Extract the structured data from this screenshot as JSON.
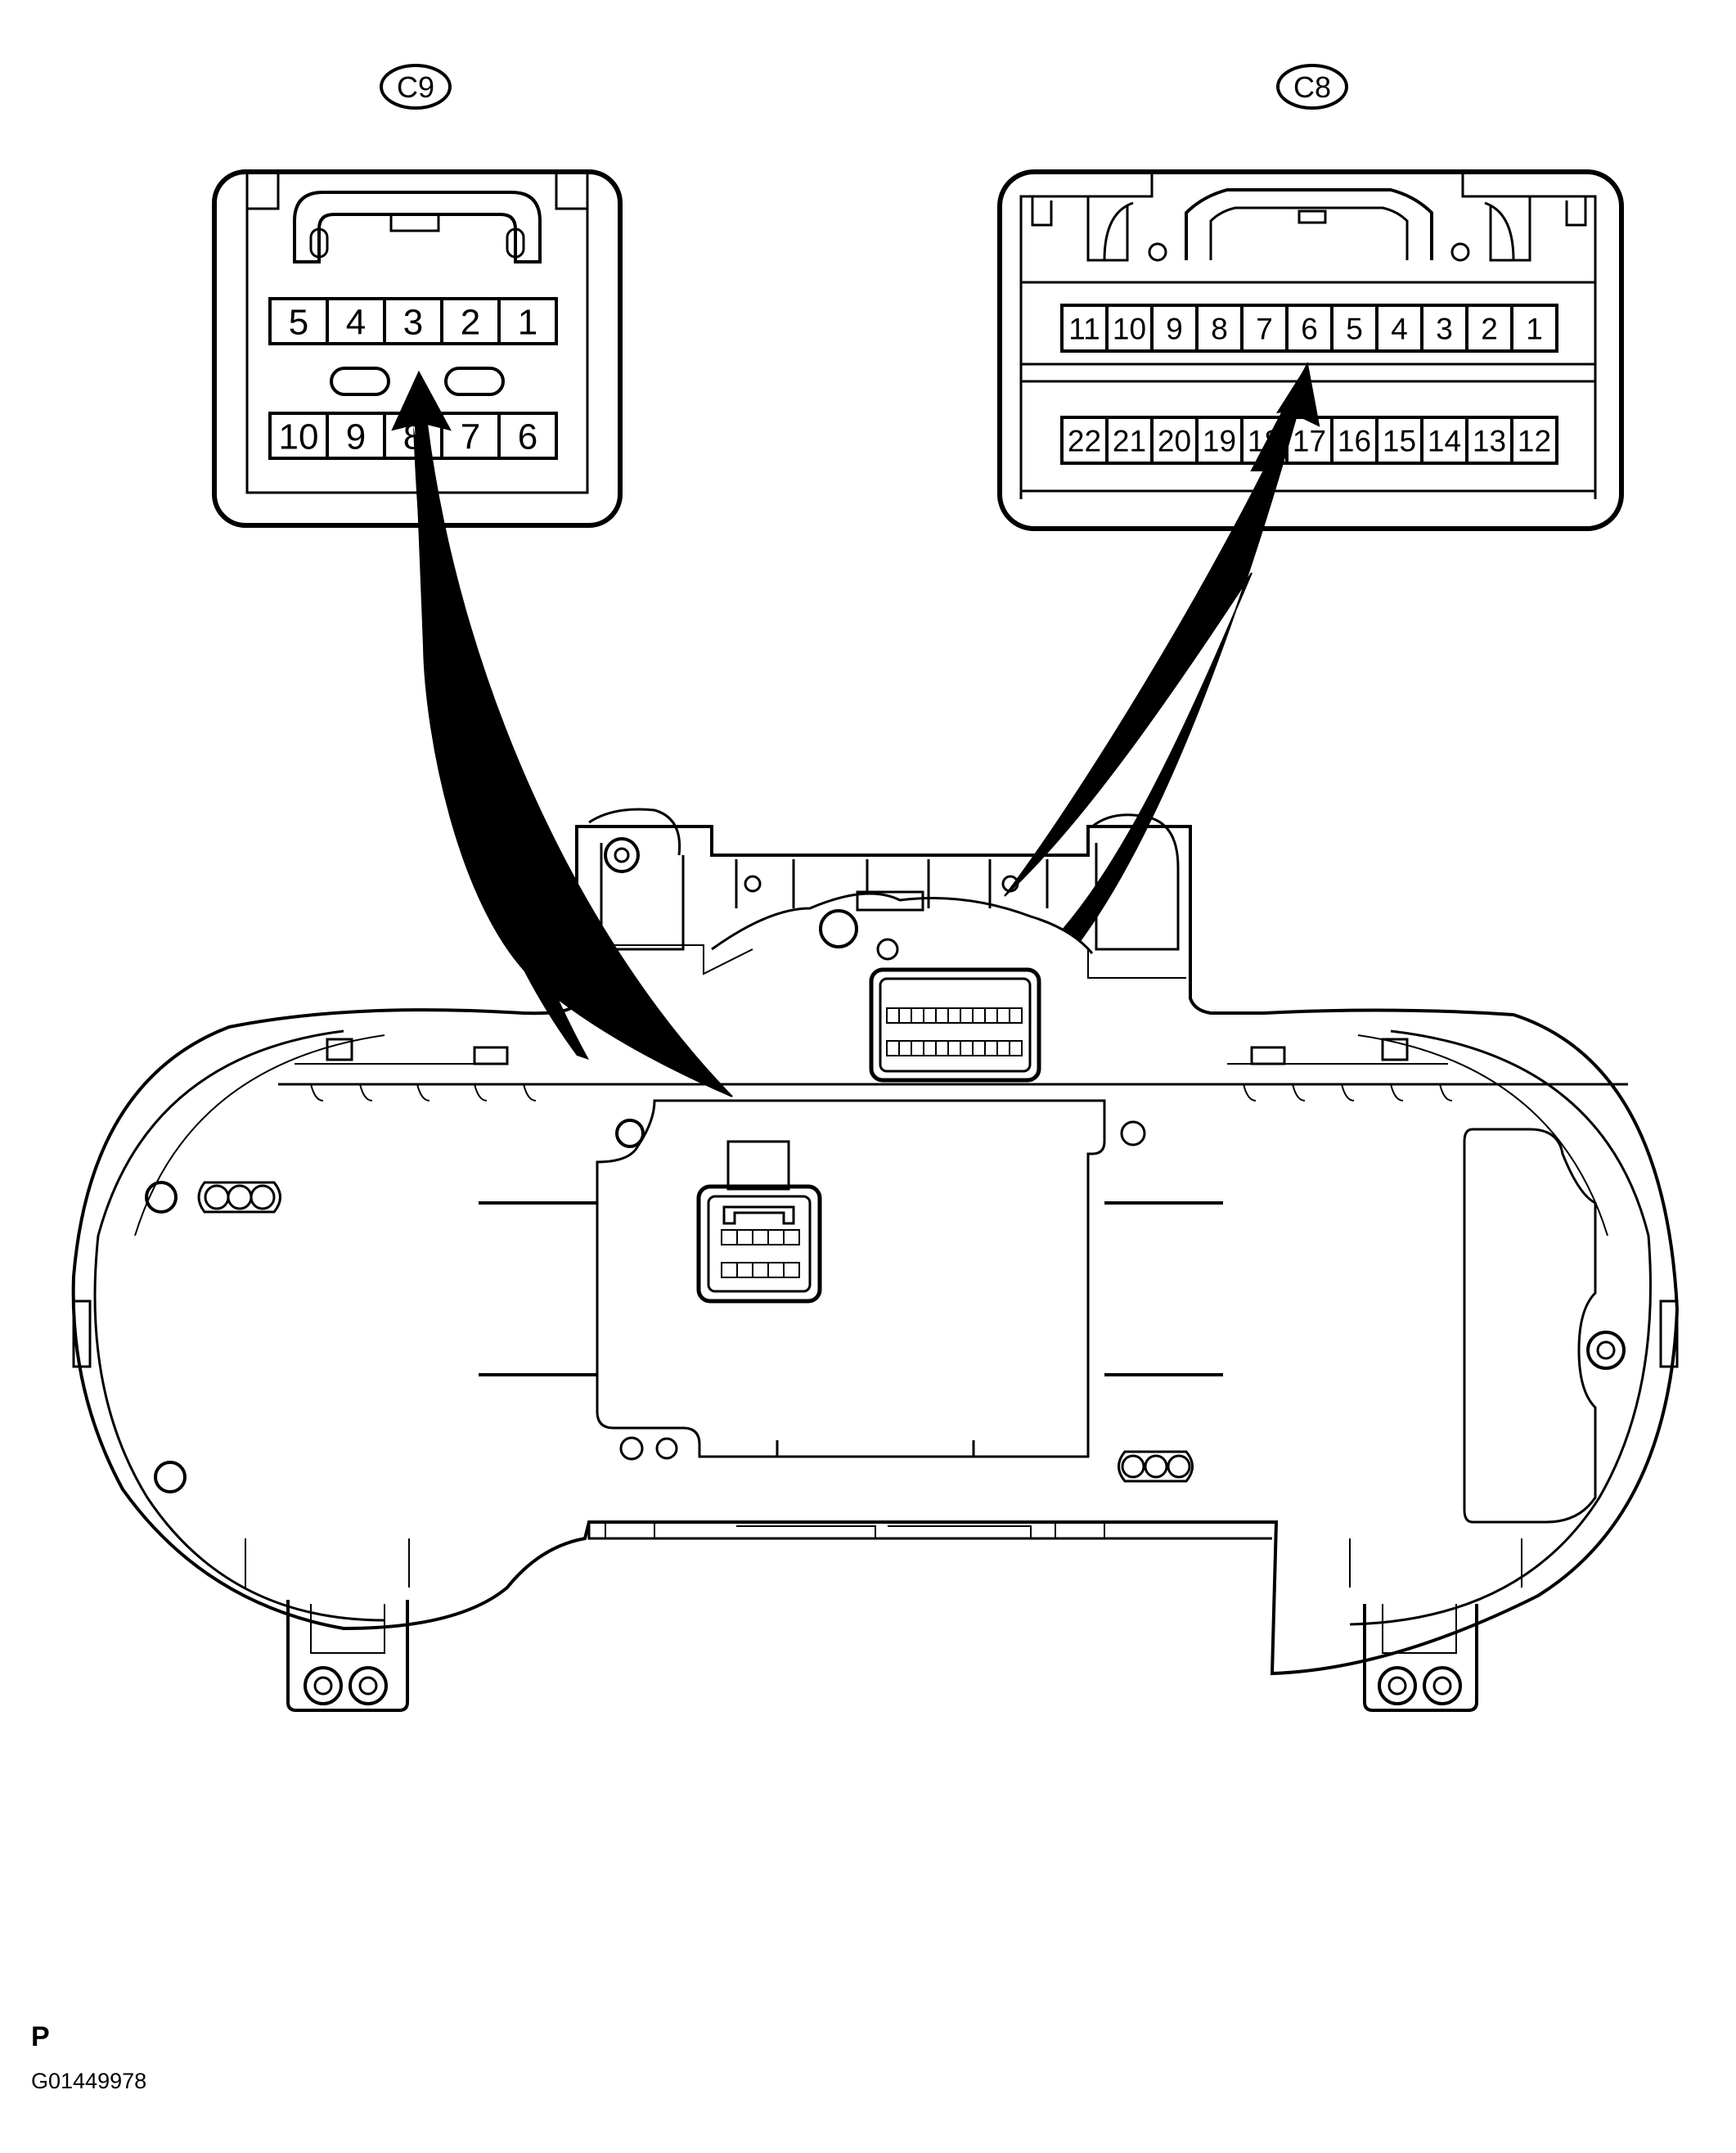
{
  "connectors": [
    {
      "id": "C9",
      "pins_top": [
        "5",
        "4",
        "3",
        "2",
        "1"
      ],
      "pins_bottom": [
        "10",
        "9",
        "8",
        "7",
        "6"
      ]
    },
    {
      "id": "C8",
      "pins_top": [
        "11",
        "10",
        "9",
        "8",
        "7",
        "6",
        "5",
        "4",
        "3",
        "2",
        "1"
      ],
      "pins_bottom": [
        "22",
        "21",
        "20",
        "19",
        "18",
        "17",
        "16",
        "15",
        "14",
        "13",
        "12"
      ]
    }
  ],
  "view_code": "P",
  "figure_id": "G01449978"
}
